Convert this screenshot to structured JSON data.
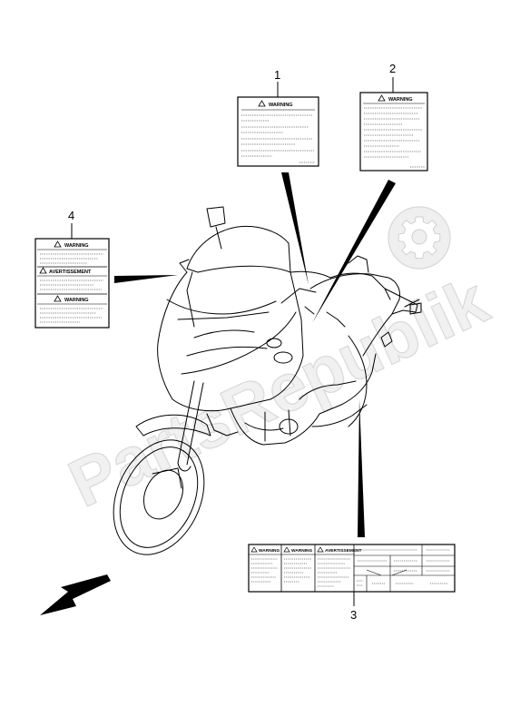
{
  "watermark": {
    "text": "PartsRepublik",
    "icon": "gear-icon"
  },
  "callouts": [
    {
      "number": "1",
      "label_title": "WARNING"
    },
    {
      "number": "2",
      "label_title": "WARNING"
    },
    {
      "number": "3",
      "label_titles": [
        "WARNING",
        "WARNING",
        "AVERTISSEMENT"
      ]
    },
    {
      "number": "4",
      "label_titles": [
        "WARNING",
        "AVERTISSEMENT",
        "WARNING"
      ]
    }
  ],
  "leader_color": "#000000"
}
